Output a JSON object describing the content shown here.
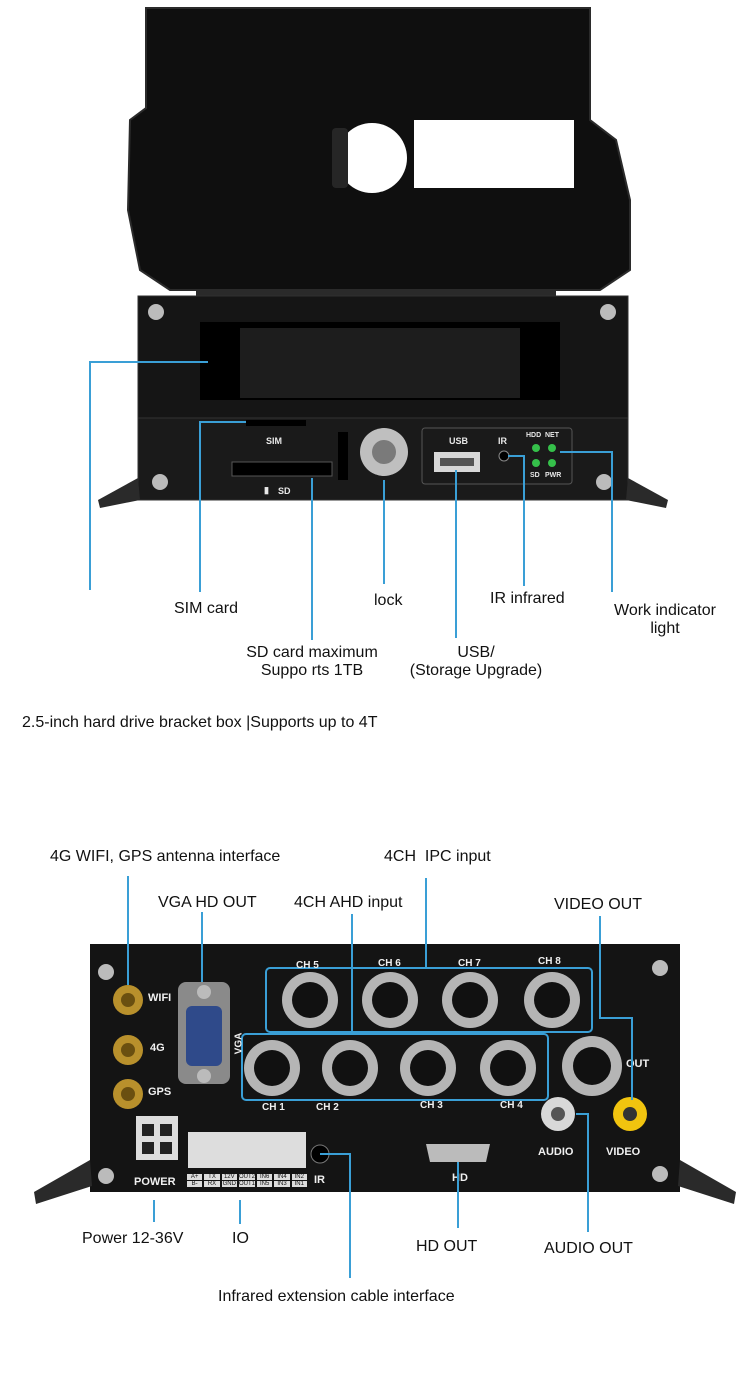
{
  "top_device": {
    "sim_slot_label": "SIM",
    "sd_slot_label": "SD",
    "usb_label": "USB",
    "ir_label": "IR",
    "led_labels": [
      "HDD",
      "NET",
      "SD",
      "PWR"
    ]
  },
  "top_callouts": {
    "sim_card": "SIM card",
    "lock": "lock",
    "ir_infrared": "IR infrared",
    "work_indicator_line1": "Work indicator",
    "work_indicator_line2": "light",
    "sd_card_line1": "SD card maximum",
    "sd_card_line2": "Suppo rts 1TB",
    "usb_line1": "USB/",
    "usb_line2": "(Storage Upgrade)",
    "hdd_caption": "2.5-inch hard drive bracket box |Supports up to 4T"
  },
  "rear_panel": {
    "antenna_labels": [
      "WIFI",
      "4G",
      "GPS"
    ],
    "vga_label": "VGA",
    "ipc_channels": [
      "CH 5",
      "CH 6",
      "CH 7",
      "CH 8"
    ],
    "ahd_channels": [
      "CH 1",
      "CH 2",
      "CH 3",
      "CH 4"
    ],
    "out_label": "OUT",
    "audio_label": "AUDIO",
    "video_label": "VIDEO",
    "power_label": "POWER",
    "hd_label": "HD",
    "ir_label": "IR",
    "io_pins_top": [
      "A+",
      "TX",
      "12V",
      "OUT2",
      "IN6",
      "IN4",
      "IN2"
    ],
    "io_pins_bottom": [
      "B-",
      "RX",
      "GND",
      "OUT1",
      "IN5",
      "IN3",
      "IN1"
    ]
  },
  "rear_callouts": {
    "antenna": "4G WIFI, GPS antenna interface",
    "ipc": "4CH  IPC input",
    "vga": "VGA HD OUT",
    "ahd": "4CH AHD input",
    "video_out": "VIDEO OUT",
    "power": "Power 12-36V",
    "io": "IO",
    "hd_out": "HD OUT",
    "audio_out": "AUDIO OUT",
    "infrared": "Infrared extension cable interface"
  },
  "colors": {
    "callout_line": "#3a9fd6",
    "device_body": "#1a1a1a",
    "led_green": "#35c04a",
    "rca_yellow": "#f1c40f"
  }
}
